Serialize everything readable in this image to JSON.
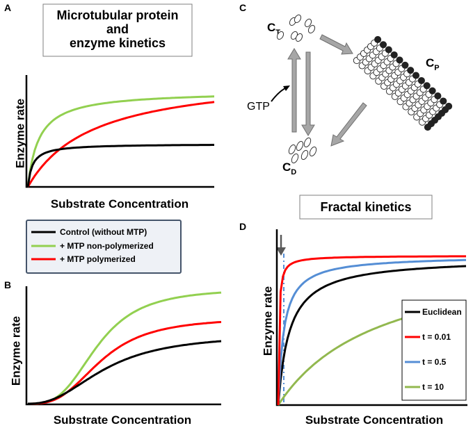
{
  "panels": {
    "a": {
      "label": "A",
      "title_lines": [
        "Microtubular protein",
        "and",
        "enzyme kinetics"
      ],
      "xlabel": "Substrate Concentration",
      "ylabel": "Enzyme rate"
    },
    "b": {
      "label": "B",
      "xlabel": "Substrate Concentration",
      "ylabel": "Enzyme rate"
    },
    "c": {
      "label": "C",
      "ct_main": "C",
      "ct_sub": "T",
      "cp_main": "C",
      "cp_sub": "P",
      "cd_main": "C",
      "cd_sub": "D",
      "gtp": "GTP"
    },
    "d": {
      "label": "D",
      "title": "Fractal kinetics",
      "xlabel": "Substrate Concentration",
      "ylabel": "Enzyme rate"
    }
  },
  "legend_ab": {
    "items": [
      {
        "label": "Control (without MTP)",
        "color": "#000000"
      },
      {
        "label": "+ MTP non-polymerized",
        "color": "#92d050"
      },
      {
        "label": "+ MTP polymerized",
        "color": "#ff0000"
      }
    ]
  },
  "legend_d": {
    "items": [
      {
        "label": "Euclidean",
        "color": "#000000"
      },
      {
        "label": "t = 0.01",
        "color": "#ff0000"
      },
      {
        "label": "t = 0.5",
        "color": "#558ed5"
      },
      {
        "label": "t = 10",
        "color": "#92b84f"
      }
    ]
  },
  "colors": {
    "black": "#000000",
    "green": "#92d050",
    "red": "#ff0000",
    "blue": "#558ed5",
    "olive": "#92b84f",
    "legend_border": "#44546a",
    "legend_bg": "#eef1f6",
    "arrow_gray": "#a6a6a6"
  }
}
